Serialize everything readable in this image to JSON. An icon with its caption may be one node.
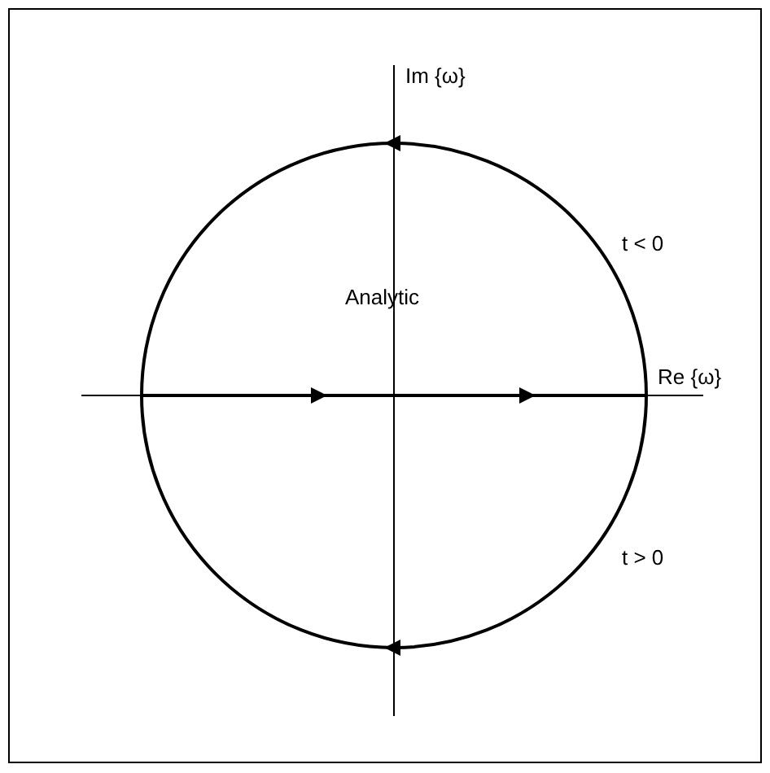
{
  "diagram": {
    "labels": [
      "Im {ω}",
      "t < 0",
      "Analytic",
      "Re {ω}",
      "t > 0"
    ]
  }
}
